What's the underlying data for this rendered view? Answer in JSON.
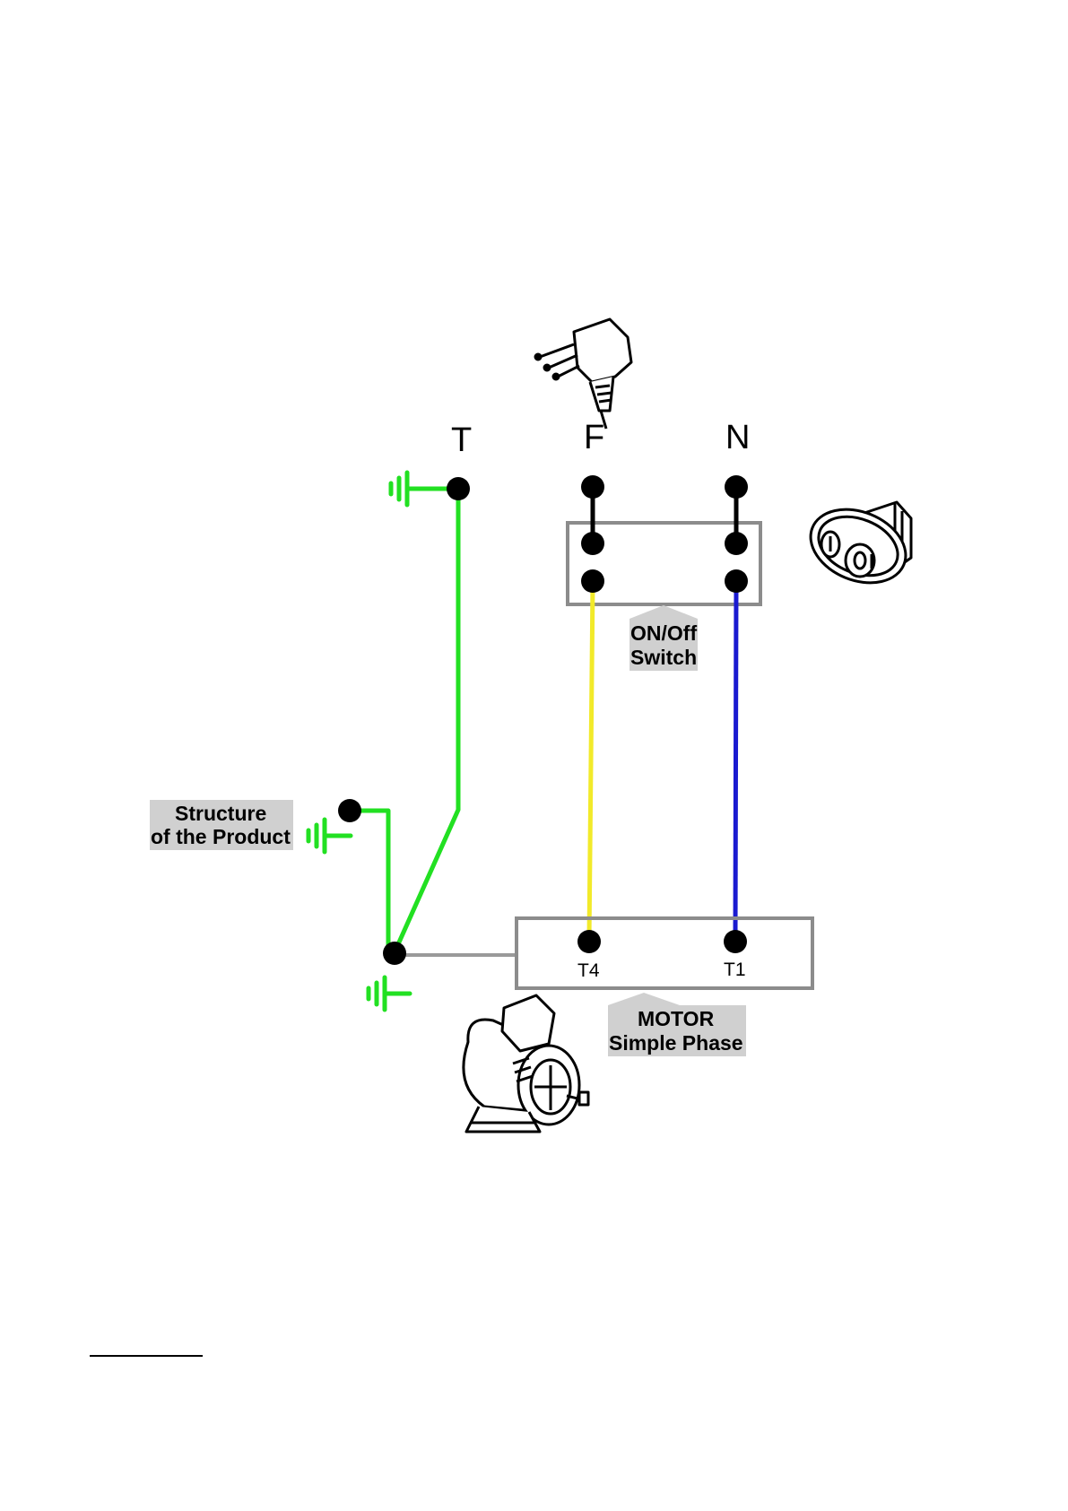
{
  "terminals": {
    "earth": "T",
    "phase": "F",
    "neutral": "N"
  },
  "switch": {
    "caption_line1": "ON/Off",
    "caption_line2": "Switch"
  },
  "structure": {
    "caption_line1": "Structure",
    "caption_line2": "of the Product"
  },
  "motor": {
    "caption_line1": "MOTOR",
    "caption_line2": "Simple Phase",
    "terminal_left": "T4",
    "terminal_right": "T1"
  },
  "wire_colors": {
    "earth": "#22e022",
    "phase": "#f2ea2a",
    "neutral": "#1a1ad0",
    "jumper": "#000000",
    "chassis": "#9a9a9a"
  },
  "icons": [
    "plug-icon",
    "rocker-switch-icon",
    "motor-icon",
    "ground-symbol-icon"
  ]
}
